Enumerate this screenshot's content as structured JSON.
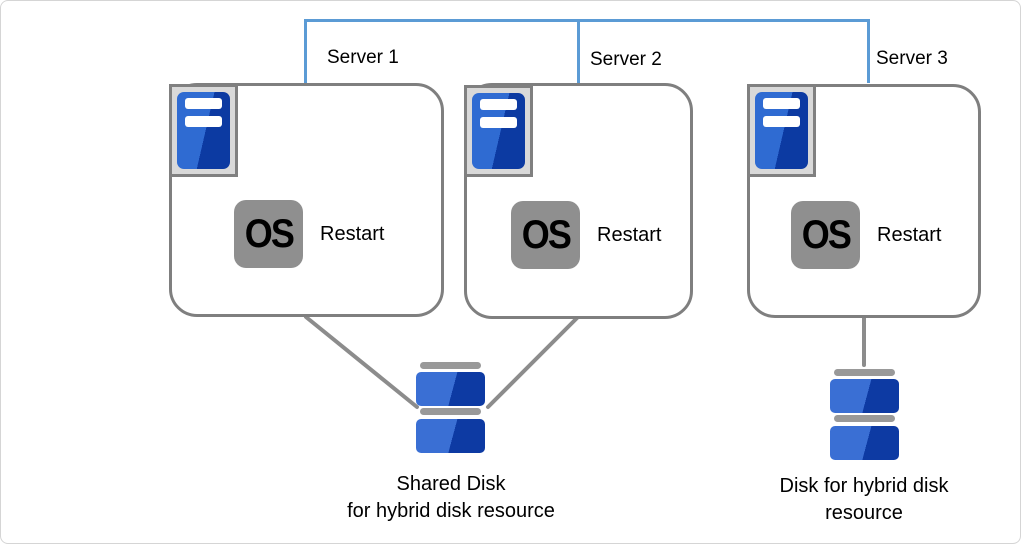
{
  "diagram": {
    "servers": [
      {
        "label": "Server 1",
        "os_label": "OS",
        "action_label": "Restart"
      },
      {
        "label": "Server 2",
        "os_label": "OS",
        "action_label": "Restart"
      },
      {
        "label": "Server 3",
        "os_label": "OS",
        "action_label": "Restart"
      }
    ],
    "disks": [
      {
        "line1": "Shared Disk",
        "line2": "for hybrid disk resource"
      },
      {
        "line1": "Disk for hybrid disk",
        "line2": "resource"
      }
    ]
  },
  "colors": {
    "connector-blue": "#5b9bd5",
    "line-gray": "#8c8c8c",
    "box-border": "#7f7f7f",
    "icon-frame": "#d9d9d9",
    "icon-frame-border": "#808080",
    "blue-light": "#2f6bd2",
    "blue-dark": "#0c3aa2",
    "disk-blue-light": "#3a6fd4",
    "disk-blue-dark": "#0d3aa3",
    "os-gray": "#8f8f8f",
    "disk-cap": "#999999",
    "page-border": "#d5d5d5",
    "text": "#000000"
  }
}
